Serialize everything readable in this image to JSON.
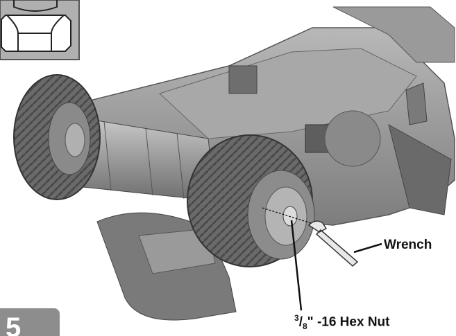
{
  "labels": {
    "wrench": "Wrench",
    "nut_fraction_num": "3",
    "nut_fraction_den": "8",
    "nut_suffix": "\" -16 Hex Nut"
  },
  "step": {
    "number": "5"
  },
  "colors": {
    "tire": "#6a6a6a",
    "tire_dark": "#4a4a4a",
    "body": "#9c9c9c",
    "body_dark": "#7a7a7a",
    "inset_bg": "#b0b0b0",
    "leader_line": "#111111"
  }
}
